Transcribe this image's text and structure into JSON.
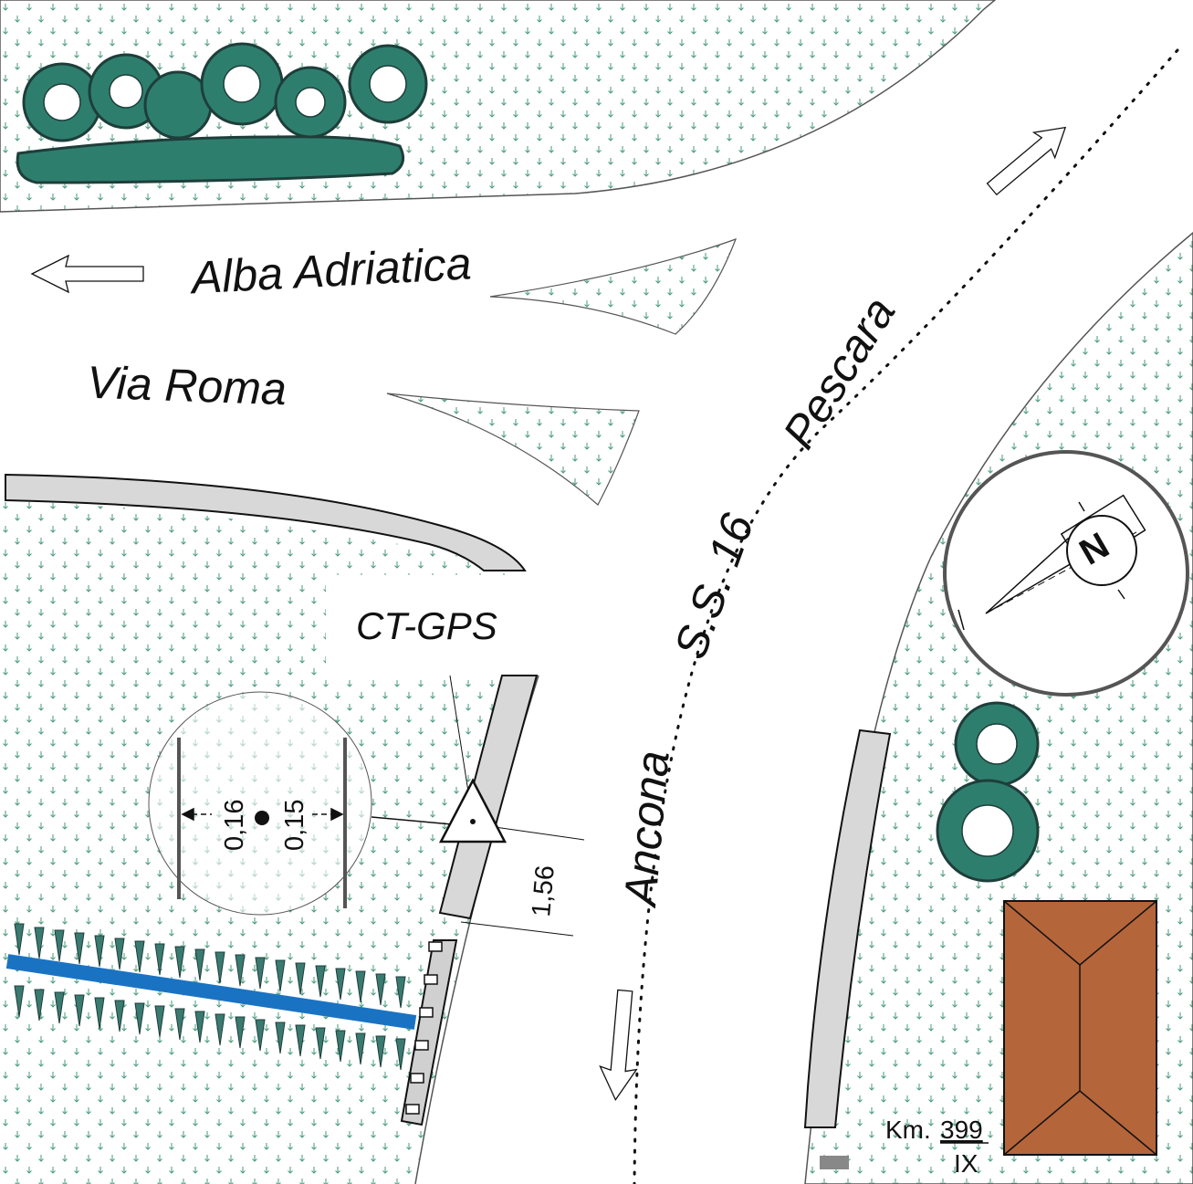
{
  "labels": {
    "alba": "Alba Adriatica",
    "via_roma": "Via Roma",
    "pescara": "Pescara",
    "ss16": "S.S. 16",
    "ancona": "Ancona",
    "ct_gps": "CT-GPS",
    "dist_156": "1,56",
    "dist_016": "0,16",
    "dist_015": "0,15",
    "km_prefix": "Km.",
    "km_value": "399",
    "km_roman": "IX",
    "north": "N"
  },
  "colors": {
    "grass_dot": "#4a9a7a",
    "vegetation": "#2e7e6e",
    "vegetation_dark": "#1e4e4a",
    "building": "#b5653a",
    "water": "#1a73c2",
    "road_edge": "#d8d8d8"
  }
}
